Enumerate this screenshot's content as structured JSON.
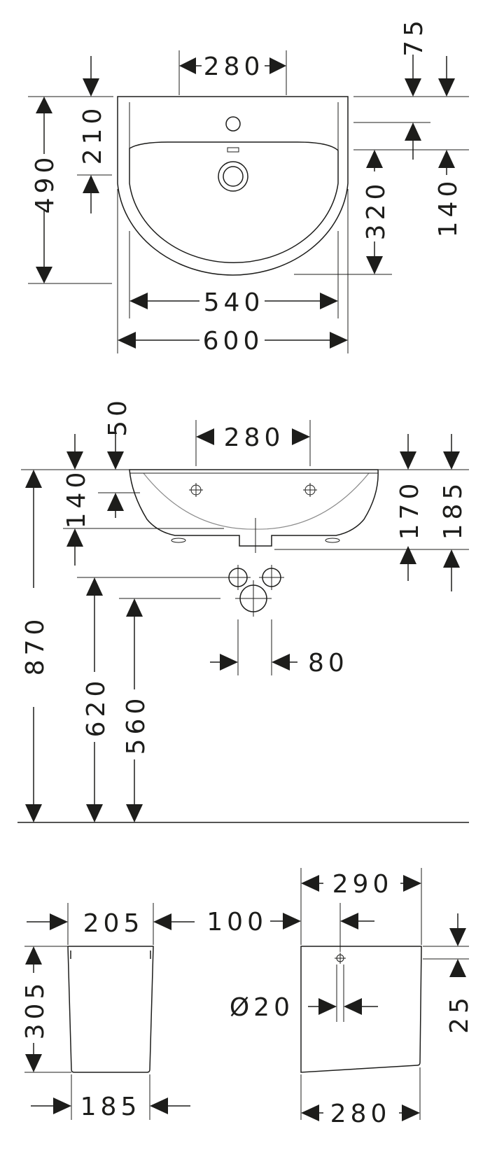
{
  "top_view": {
    "width_top": "280",
    "depth_75": "75",
    "height_210": "210",
    "depth_490": "490",
    "depth_320": "320",
    "depth_140": "140",
    "width_540": "540",
    "width_600": "600"
  },
  "front_view": {
    "width_280": "280",
    "d50": "50",
    "d140": "140",
    "d170": "170",
    "d185": "185",
    "h870": "870",
    "h620": "620",
    "h560": "560",
    "w80": "80"
  },
  "pedestal_side": {
    "w205": "205",
    "off100": "100",
    "h305": "305",
    "w185": "185"
  },
  "pedestal_front": {
    "w290": "290",
    "dia20": "Ø20",
    "h25": "25",
    "w280": "280"
  }
}
